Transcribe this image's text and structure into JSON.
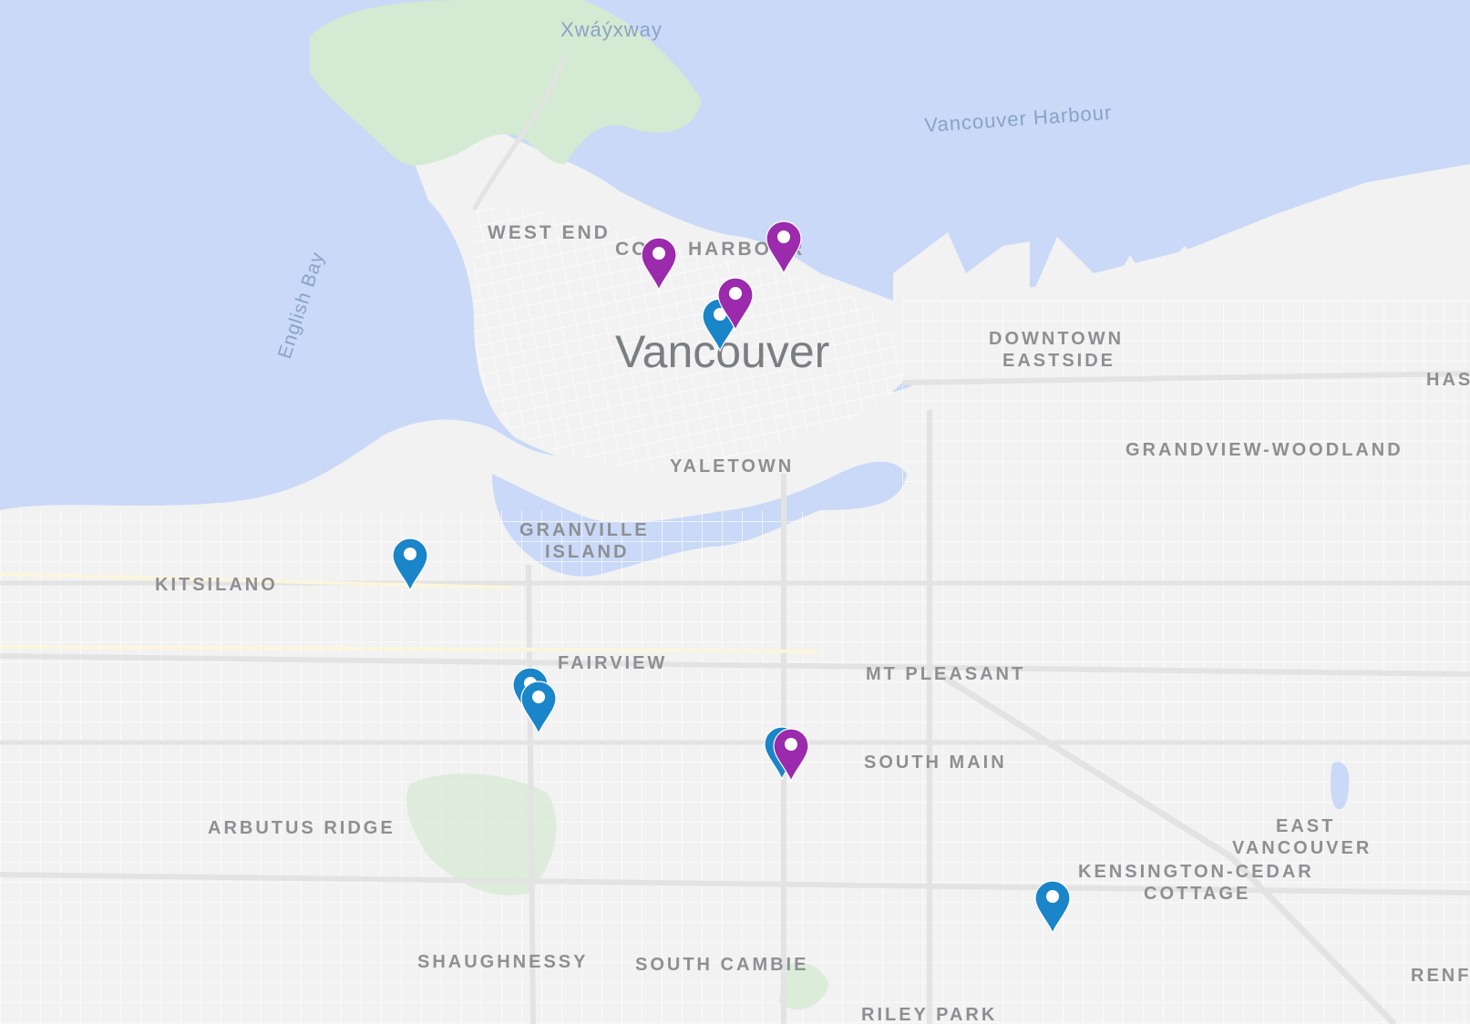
{
  "map": {
    "labels": {
      "xwayxway": "Xwáýxway",
      "vancouver_harbour": "Vancouver Harbour",
      "english_bay": "English Bay",
      "west_end": "WEST END",
      "coal_harbour": "COAL HARBOUR",
      "vancouver": "Vancouver",
      "downtown_eastside_1": "DOWNTOWN",
      "downtown_eastside_2": "EASTSIDE",
      "has": "HAS",
      "grandview_woodland": "GRANDVIEW-WOODLAND",
      "yaletown": "YALETOWN",
      "granville_island_1": "GRANVILLE",
      "granville_island_2": "ISLAND",
      "kitsilano": "KITSILANO",
      "fairview": "FAIRVIEW",
      "mt_pleasant": "MT PLEASANT",
      "south_main": "SOUTH MAIN",
      "east_vancouver_1": "EAST",
      "east_vancouver_2": "VANCOUVER",
      "kensington_1": "KENSINGTON-CEDAR",
      "kensington_2": "COTTAGE",
      "arbutus_ridge": "ARBUTUS RIDGE",
      "shaughnessy": "SHAUGHNESSY",
      "south_cambie": "SOUTH CAMBIE",
      "riley_park": "RILEY PARK",
      "renf": "RENF"
    },
    "colors": {
      "water": "#c9d9f7",
      "land": "#f2f2f2",
      "park": "#d4ead2",
      "pin_blue": "#1a85c8",
      "pin_purple": "#9b2aac"
    },
    "markers": [
      {
        "name": "pin-coal-harbour-1",
        "color": "purple",
        "icon": "location-pin-icon"
      },
      {
        "name": "pin-coal-harbour-2",
        "color": "purple",
        "icon": "location-pin-icon"
      },
      {
        "name": "pin-downtown-blue",
        "color": "blue",
        "icon": "location-pin-icon"
      },
      {
        "name": "pin-downtown-purple",
        "color": "purple",
        "icon": "location-pin-icon"
      },
      {
        "name": "pin-kitsilano",
        "color": "blue",
        "icon": "location-pin-icon"
      },
      {
        "name": "pin-fairview-1",
        "color": "blue",
        "icon": "location-pin-icon"
      },
      {
        "name": "pin-fairview-2",
        "color": "blue",
        "icon": "location-pin-icon"
      },
      {
        "name": "pin-cambie-blue",
        "color": "blue",
        "icon": "location-pin-icon"
      },
      {
        "name": "pin-cambie-purple",
        "color": "purple",
        "icon": "location-pin-icon"
      },
      {
        "name": "pin-kensington",
        "color": "blue",
        "icon": "location-pin-icon"
      }
    ]
  }
}
